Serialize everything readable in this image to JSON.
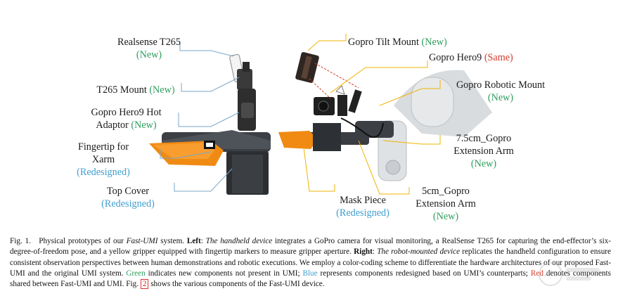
{
  "left_labels": [
    {
      "name": "Realsense T265",
      "status": "(New)"
    },
    {
      "name": "T265 Mount",
      "status": "(New)"
    },
    {
      "name": "Gopro Hero9 Hot",
      "name2": "Adaptor",
      "status": "(New)"
    },
    {
      "name": "Fingertip for",
      "name2": "Xarm",
      "status": "(Redesigned)"
    },
    {
      "name": "Top Cover",
      "status": "(Redesigned)"
    }
  ],
  "right_labels": [
    {
      "name": "Gopro Tilt Mount",
      "status": "(New)"
    },
    {
      "name": "Gopro Hero9",
      "status": "(Same)"
    },
    {
      "name": "Gopro Robotic Mount",
      "status": "(New)"
    },
    {
      "name": "7.5cm_Gopro",
      "name2": "Extension Arm",
      "status": "(New)"
    },
    {
      "name": "Mask Piece",
      "status": "(Redesigned)"
    },
    {
      "name": "5cm_Gopro",
      "name2": "Extension Arm",
      "status": "(New)"
    }
  ],
  "caption": {
    "fig_label": "Fig. 1.",
    "t1": "Physical prototypes of our ",
    "system_name": "Fast-UMI",
    "t2": " system. ",
    "left_head": "Left",
    "t3": ": ",
    "handheld": "The handheld device",
    "t4": " integrates a GoPro camera for visual monitoring, a RealSense T265 for capturing the end-effector’s six-degree-of-freedom pose, and a yellow gripper equipped with fingertip markers to measure gripper aperture. ",
    "right_head": "Right",
    "t5": ": ",
    "robot_mounted": "The robot-mounted device",
    "t6": " replicates the handheld configuration to ensure consistent observation perspectives between human demonstrations and robotic executions. We employ a color-coding scheme to differentiate the hardware architectures of our proposed Fast-UMI and the original UMI system. ",
    "green_word": "Green",
    "t7": " indicates new components not present in UMI; ",
    "blue_word": "Blue",
    "t8": " represents components redesigned based on UMI’s counterparts; ",
    "red_word": "Red",
    "t9": " denotes components shared between Fast-UMI and UMI. Fig. ",
    "fig_ref": "2",
    "t10": " shows the various components of the Fast-UMI device."
  },
  "colors": {
    "green": "#2f9e5e",
    "blue": "#3f9fcf",
    "red": "#d23c2c",
    "callout": "#f0b400"
  }
}
